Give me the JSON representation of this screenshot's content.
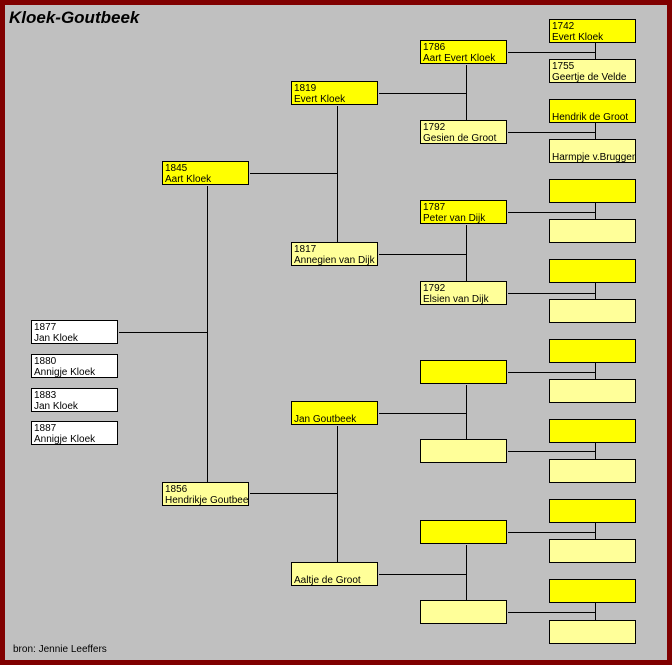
{
  "title": "Kloek-Goutbeek",
  "source": "bron: Jennie Leeffers",
  "colors": {
    "male": "#ffff00",
    "female": "#ffff99",
    "child": "#ffffff",
    "frame": "#800000",
    "background": "#c0c0c0"
  },
  "children": [
    {
      "year": "1877",
      "name": "Jan Kloek"
    },
    {
      "year": "1880",
      "name": "Annigje Kloek"
    },
    {
      "year": "1883",
      "name": "Jan Kloek"
    },
    {
      "year": "1887",
      "name": "Annigje Kloek"
    }
  ],
  "gen1": [
    {
      "year": "1845",
      "name": "Aart Kloek"
    },
    {
      "year": "1856",
      "name": "Hendrikje Goutbeek"
    }
  ],
  "gen2": [
    {
      "year": "1819",
      "name": "Evert Kloek"
    },
    {
      "year": "1817",
      "name": "Annegien van Dijk"
    },
    {
      "year": "",
      "name": "Jan Goutbeek"
    },
    {
      "year": "",
      "name": "Aaltje de Groot"
    }
  ],
  "gen3": [
    {
      "year": "1786",
      "name": "Aart Evert Kloek"
    },
    {
      "year": "1792",
      "name": "Gesien de Groot"
    },
    {
      "year": "1787",
      "name": "Peter van Dijk"
    },
    {
      "year": "1792",
      "name": "Elsien van Dijk"
    },
    {
      "year": "",
      "name": ""
    },
    {
      "year": "",
      "name": ""
    },
    {
      "year": "",
      "name": ""
    },
    {
      "year": "",
      "name": ""
    }
  ],
  "gen4": [
    {
      "year": "1742",
      "name": "Evert Kloek"
    },
    {
      "year": "1755",
      "name": "Geertje de Velde"
    },
    {
      "year": "",
      "name": "Hendrik de Groot"
    },
    {
      "year": "",
      "name": "Harmpje v.Bruggen"
    },
    {
      "year": "",
      "name": ""
    },
    {
      "year": "",
      "name": ""
    },
    {
      "year": "",
      "name": ""
    },
    {
      "year": "",
      "name": ""
    },
    {
      "year": "",
      "name": ""
    },
    {
      "year": "",
      "name": ""
    },
    {
      "year": "",
      "name": ""
    },
    {
      "year": "",
      "name": ""
    },
    {
      "year": "",
      "name": ""
    },
    {
      "year": "",
      "name": ""
    },
    {
      "year": "",
      "name": ""
    },
    {
      "year": "",
      "name": ""
    }
  ]
}
